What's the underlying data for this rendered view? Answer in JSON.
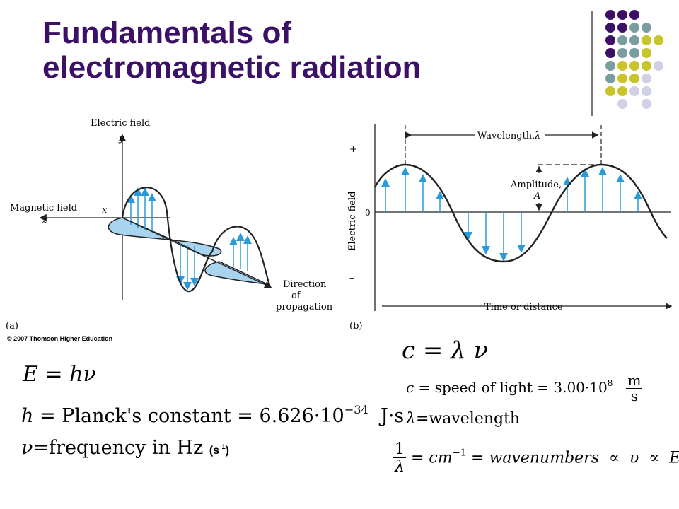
{
  "slide": {
    "title_line1": "Fundamentals of",
    "title_line2": "electromagnetic radiation"
  },
  "colors": {
    "title": "#3b1066",
    "dot_purple": "#3b1066",
    "dot_teal": "#7a9e9f",
    "dot_yellow": "#c8c42a",
    "dot_lavender": "#d0d0e6",
    "field_blue": "#2a9bd8",
    "field_fill": "#a8d4f0"
  },
  "figure_a": {
    "label_electric": "Electric field",
    "label_y": "y",
    "label_magnetic": "Magnetic field",
    "label_x": "x",
    "label_z": "z",
    "label_direction": "Direction",
    "label_of": "of",
    "label_propagation": "propagation",
    "panel": "(a)",
    "copyright": "© 2007 Thomson Higher Education"
  },
  "figure_b": {
    "label_wavelength": "Wavelength,",
    "label_lambda": "λ",
    "label_amplitude": "Amplitude,",
    "label_A": "A",
    "label_plus": "+",
    "label_zero": "0",
    "label_minus": "–",
    "label_yaxis": "Electric field",
    "label_time": "Time or distance",
    "panel": "(b)"
  },
  "equations": {
    "e_lhs": "E",
    "e_rhs": "hν",
    "h_lhs": "h",
    "h_def": "Planck's constant",
    "h_value": "6.626·10",
    "h_exp": "−34",
    "h_units": "J·s",
    "nu_sym": "ν",
    "nu_def": "=frequency in Hz",
    "nu_units_open": "(s",
    "nu_units_exp": "-1",
    "nu_units_close": ")",
    "c_lhs": "c",
    "c_rhs": "λ ν",
    "c_sym": "c",
    "c_def": "speed of light",
    "c_value": "3.00·10",
    "c_exp": "8",
    "c_unit_num": "m",
    "c_unit_den": "s",
    "lambda_sym": "λ",
    "lambda_def": "=wavelength",
    "wn_num": "1",
    "wn_den": "λ",
    "wn_cm": "cm",
    "wn_exp": "−1",
    "wn_word": "wavenumbers",
    "wn_nu": "υ",
    "wn_E": "E"
  }
}
